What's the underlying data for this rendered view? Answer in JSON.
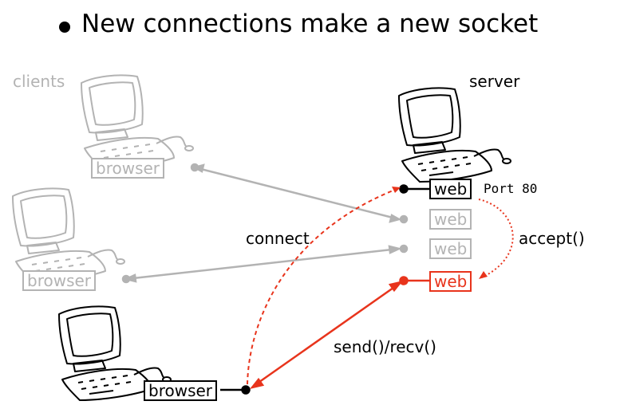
{
  "slide": {
    "bullet_text": "New connections make a new socket"
  },
  "labels": {
    "clients": "clients",
    "server": "server",
    "connect": "connect",
    "accept": "accept()",
    "send_recv": "send()/recv()",
    "port": "Port 80"
  },
  "clients": [
    {
      "box_label": "browser",
      "state": "inactive"
    },
    {
      "box_label": "browser",
      "state": "inactive"
    },
    {
      "box_label": "browser",
      "state": "active"
    }
  ],
  "server_sockets": [
    {
      "box_label": "web",
      "state": "listening"
    },
    {
      "box_label": "web",
      "state": "inactive"
    },
    {
      "box_label": "web",
      "state": "inactive"
    },
    {
      "box_label": "web",
      "state": "new"
    }
  ],
  "colors": {
    "active": "#000000",
    "inactive": "#b3b3b3",
    "new": "#e8341c"
  }
}
